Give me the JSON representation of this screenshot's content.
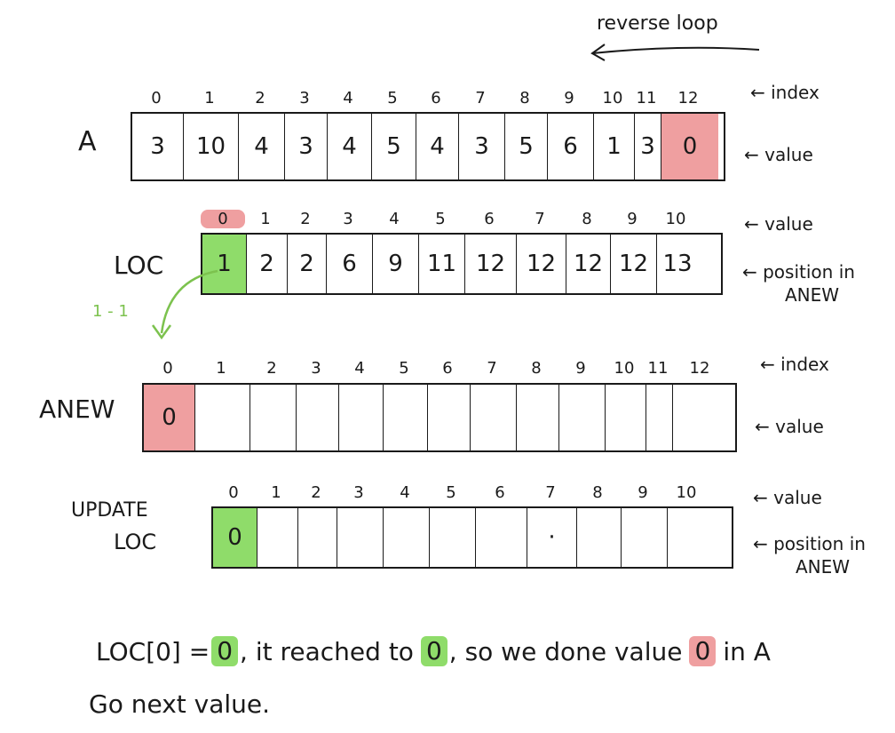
{
  "top_note": "reverse loop",
  "array_a": {
    "name": "A",
    "index_label": "← index",
    "value_label": "← value",
    "indices": [
      "0",
      "1",
      "2",
      "3",
      "4",
      "5",
      "6",
      "7",
      "8",
      "9",
      "10",
      "11",
      "12"
    ],
    "values": [
      "3",
      "10",
      "4",
      "3",
      "4",
      "5",
      "4",
      "3",
      "5",
      "6",
      "1",
      "3",
      "0"
    ],
    "highlight_color": "#ef9fa0"
  },
  "loc": {
    "name": "LOC",
    "value_label": "← value",
    "position_label_1": "← position in",
    "position_label_2": "ANEW",
    "indices": [
      "0",
      "1",
      "2",
      "3",
      "4",
      "5",
      "6",
      "7",
      "8",
      "9",
      "10"
    ],
    "values": [
      "1",
      "2",
      "2",
      "6",
      "9",
      "11",
      "12",
      "12",
      "12",
      "12",
      "13"
    ],
    "highlight_color": "#8fdc6a"
  },
  "arrow_note": "1 - 1",
  "anew": {
    "name": "ANEW",
    "index_label": "← index",
    "value_label": "← value",
    "indices": [
      "0",
      "1",
      "2",
      "3",
      "4",
      "5",
      "6",
      "7",
      "8",
      "9",
      "10",
      "11",
      "12"
    ],
    "values": [
      "0",
      "",
      "",
      "",
      "",
      "",
      "",
      "",
      "",
      "",
      "",
      "",
      ""
    ]
  },
  "update_loc": {
    "name_line1": "UPDATE",
    "name_line2": "LOC",
    "value_label": "← value",
    "position_label_1": "← position in",
    "position_label_2": "ANEW",
    "indices": [
      "0",
      "1",
      "2",
      "3",
      "4",
      "5",
      "6",
      "7",
      "8",
      "9",
      "10"
    ],
    "values": [
      "0",
      "",
      "",
      "",
      "",
      "",
      "",
      "·",
      "",
      "",
      ""
    ]
  },
  "bottom": {
    "part1": "LOC[0] =",
    "chip1": "0",
    "part2": ", it reached to",
    "chip2": "0",
    "part3": ", so we done value",
    "chip3": "0",
    "part4": "in A",
    "line2": "Go next value."
  },
  "colors": {
    "red": "#ef9fa0",
    "green": "#8fdc6a",
    "ink": "#1a1a1a",
    "arrow_green": "#7cc24e"
  }
}
